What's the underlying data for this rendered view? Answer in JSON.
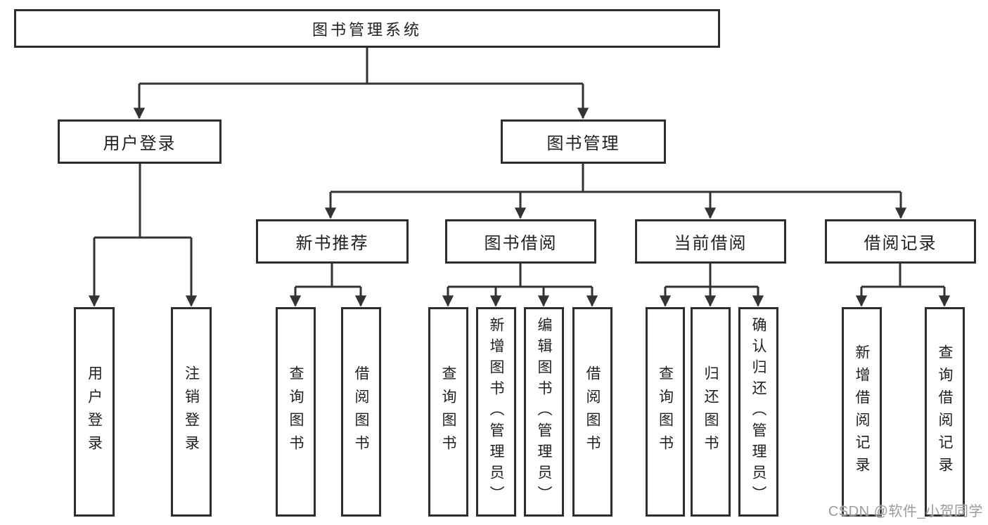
{
  "diagram": {
    "root": {
      "label": "图书管理系统",
      "children": [
        {
          "label": "用户登录",
          "children": [
            {
              "label": "用户登录"
            },
            {
              "label": "注销登录"
            }
          ]
        },
        {
          "label": "图书管理",
          "children": [
            {
              "label": "新书推荐",
              "children": [
                {
                  "label": "查询图书"
                },
                {
                  "label": "借阅图书"
                }
              ]
            },
            {
              "label": "图书借阅",
              "children": [
                {
                  "label": "查询图书"
                },
                {
                  "label": "新增图书（管理员）"
                },
                {
                  "label": "编辑图书（管理员）"
                },
                {
                  "label": "借阅图书"
                }
              ]
            },
            {
              "label": "当前借阅",
              "children": [
                {
                  "label": "查询图书"
                },
                {
                  "label": "归还图书"
                },
                {
                  "label": "确认归还（管理员）"
                }
              ]
            },
            {
              "label": "借阅记录",
              "children": [
                {
                  "label": "新增借阅记录"
                },
                {
                  "label": "查询借阅记录"
                }
              ]
            }
          ]
        }
      ]
    },
    "line_color": "#333333",
    "border_color": "#2d2d2d"
  },
  "watermark": {
    "text": "CSDN @软件_小贺同学"
  }
}
